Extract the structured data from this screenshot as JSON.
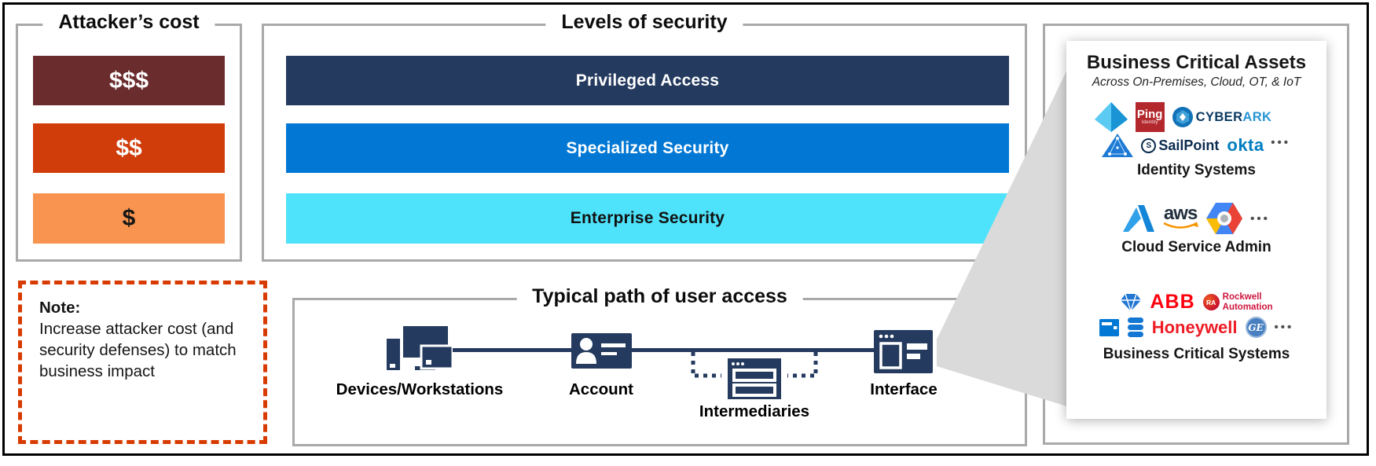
{
  "colors": {
    "box_border": "#a9a9a9",
    "icon_navy": "#243a5e",
    "note_border": "#d83b01",
    "funnel_gray": "#dadada"
  },
  "sections": {
    "attackers_cost": {
      "title": "Attacker’s cost",
      "bars": [
        {
          "label": "$$$",
          "bg": "#6b2c2e",
          "fg": "#ffffff"
        },
        {
          "label": "$$",
          "bg": "#d03c0a",
          "fg": "#ffffff"
        },
        {
          "label": "$",
          "bg": "#f8944f",
          "fg": "#161616"
        }
      ]
    },
    "levels_of_security": {
      "title": "Levels of security",
      "bars": [
        {
          "label": "Privileged Access",
          "bg": "#243a5e",
          "fg": "#ffffff"
        },
        {
          "label": "Specialized Security",
          "bg": "#0278d4",
          "fg": "#ffffff"
        },
        {
          "label": "Enterprise Security",
          "bg": "#4fe3fb",
          "fg": "#121212"
        }
      ]
    },
    "note": {
      "heading": "Note:",
      "body": "Increase attacker cost (and security defenses) to match business impact"
    },
    "typical_path": {
      "title": "Typical path of user access",
      "nodes": [
        {
          "label": "Devices/Workstations",
          "icon": "devices-workstations-icon"
        },
        {
          "label": "Account",
          "icon": "account-id-card-icon"
        },
        {
          "label": "Intermediaries",
          "icon": "intermediaries-server-icon"
        },
        {
          "label": "Interface",
          "icon": "interface-window-icon"
        }
      ]
    },
    "business_critical_assets": {
      "title": "Business Critical Assets",
      "subtitle": "Across On-Premises, Cloud, OT, & IoT",
      "groups": [
        {
          "label": "Identity Systems",
          "logos": [
            "azure-ad-icon",
            "ping-identity-logo",
            "cyberark-logo",
            "directory-pyramid-icon",
            "sailpoint-logo",
            "okta-logo",
            "ellipsis"
          ]
        },
        {
          "label": "Cloud Service Admin",
          "logos": [
            "azure-icon",
            "aws-logo",
            "google-cloud-icon",
            "ellipsis"
          ]
        },
        {
          "label": "Business Critical Systems",
          "logos": [
            "gem-icon",
            "abb-logo",
            "rockwell-automation-logo",
            "app-window-icon",
            "database-icon",
            "honeywell-logo",
            "ge-logo",
            "ellipsis"
          ]
        }
      ]
    }
  },
  "logos": {
    "ping_text": "Ping",
    "ping_sub": "Identity",
    "cyberark_cyber": "CYBER",
    "cyberark_ark": "ARK",
    "sailpoint_s": "S",
    "sailpoint": "SailPoint",
    "okta": "okta",
    "aws": "aws",
    "abb": "ABB",
    "ra_badge": "RA",
    "rockwell_line1": "Rockwell",
    "rockwell_line2": "Automation",
    "honeywell": "Honeywell",
    "ge": "GE",
    "dots": "•••"
  }
}
